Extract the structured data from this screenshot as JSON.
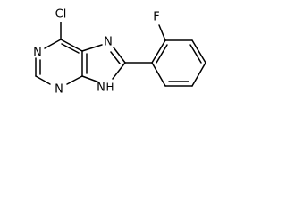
{
  "atoms": {
    "cl": "Cl",
    "f": "F",
    "n1": "N",
    "n3": "N",
    "n7": "N",
    "n9": "N",
    "h9": "H"
  }
}
